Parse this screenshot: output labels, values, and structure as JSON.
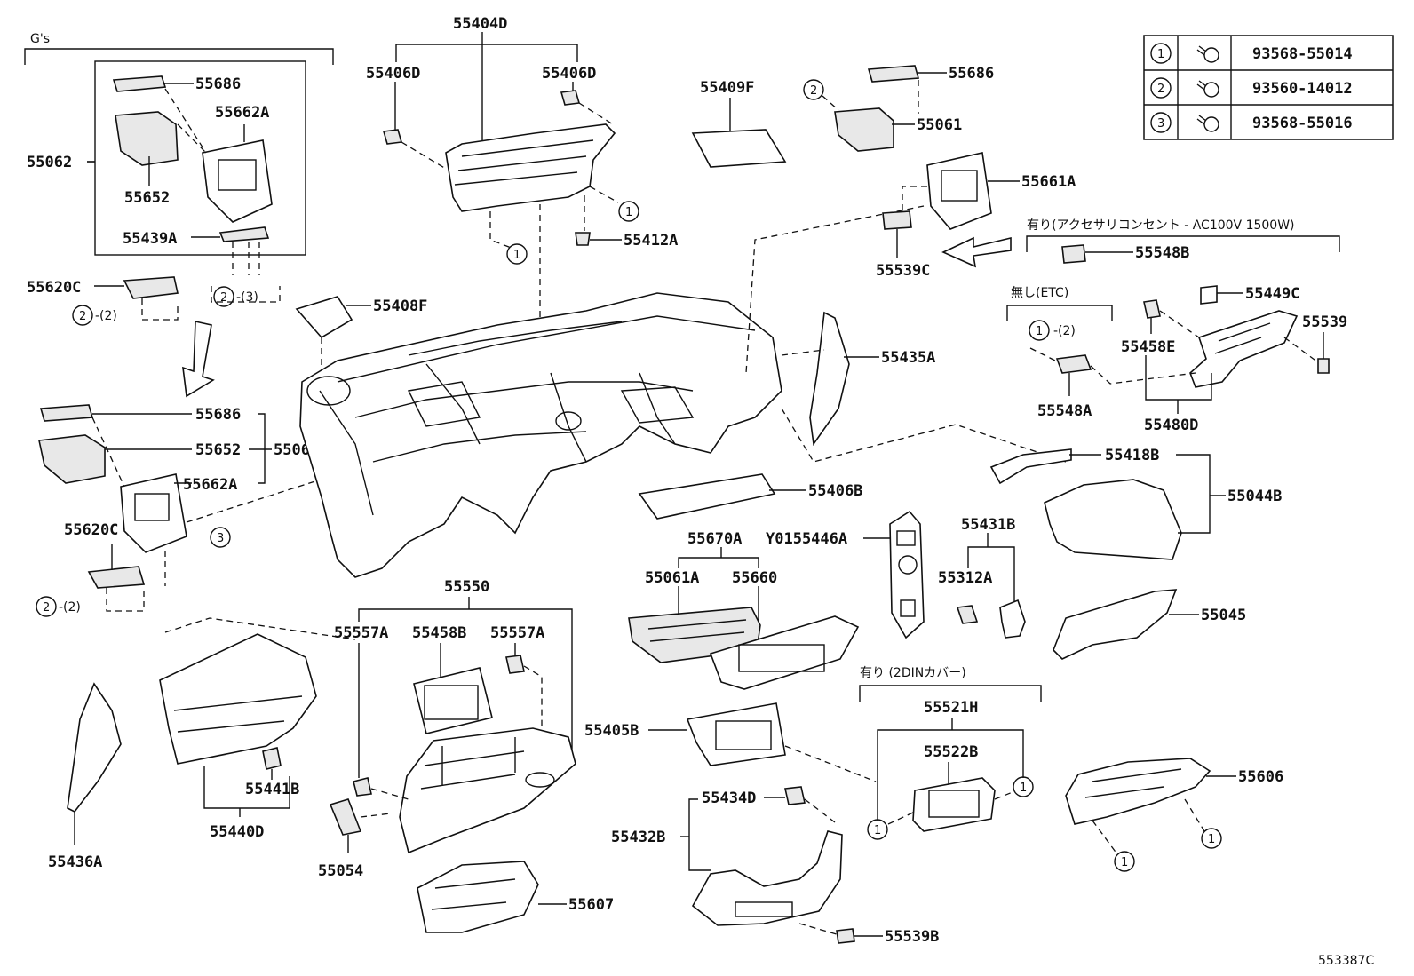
{
  "labels": {
    "gs": "G's",
    "p55404D": "55404D",
    "p55406D_l": "55406D",
    "p55406D_r": "55406D",
    "p55409F": "55409F",
    "p55686_a": "55686",
    "p55686_b": "55686",
    "p55686_c": "55686",
    "p55662A_a": "55662A",
    "p55662A_b": "55662A",
    "p55062_a": "55062",
    "p55062_b": "55062",
    "p55652_a": "55652",
    "p55652_b": "55652",
    "p55439A": "55439A",
    "p55620C_a": "55620C",
    "p55620C_b": "55620C",
    "p55412A": "55412A",
    "p55408F": "55408F",
    "p55061": "55061",
    "p55661A": "55661A",
    "p55539C": "55539C",
    "p55548B": "55548B",
    "p55449C": "55449C",
    "p55539": "55539",
    "p55458E": "55458E",
    "p55548A": "55548A",
    "p55480D": "55480D",
    "p55435A": "55435A",
    "p55418B": "55418B",
    "p55044B": "55044B",
    "p55406B": "55406B",
    "p55670A": "55670A",
    "pY0155446A": "Y0155446A",
    "p55431B": "55431B",
    "p55312A": "55312A",
    "p55061A": "55061A",
    "p55660": "55660",
    "p55045": "55045",
    "p55550": "55550",
    "p55557A_l": "55557A",
    "p55458B": "55458B",
    "p55557A_r": "55557A",
    "p55405B": "55405B",
    "p55521H": "55521H",
    "p55522B": "55522B",
    "p55606": "55606",
    "p55434D": "55434D",
    "p55432B": "55432B",
    "p55539B": "55539B",
    "p55441B": "55441B",
    "p55440D": "55440D",
    "p55436A": "55436A",
    "p55054": "55054",
    "p55607": "55607",
    "figure_code": "553387C"
  },
  "notes": {
    "ac_outlet": "有り(アクセサリコンセント - AC100V 1500W)",
    "no_etc": "無し(ETC)",
    "din_cover": "有り (2DINカバー)"
  },
  "callouts": {
    "one": "1",
    "two": "2",
    "three": "3",
    "qty2": "-(2)",
    "qty3": "-(3)"
  },
  "fastener_table": [
    {
      "ref": "1",
      "part": "93568-55014"
    },
    {
      "ref": "2",
      "part": "93560-14012"
    },
    {
      "ref": "3",
      "part": "93568-55016"
    }
  ],
  "icons": {
    "arrow_main": "down-arrow-icon",
    "arrow_539c": "left-arrow-icon",
    "screw": "screw-icon"
  }
}
